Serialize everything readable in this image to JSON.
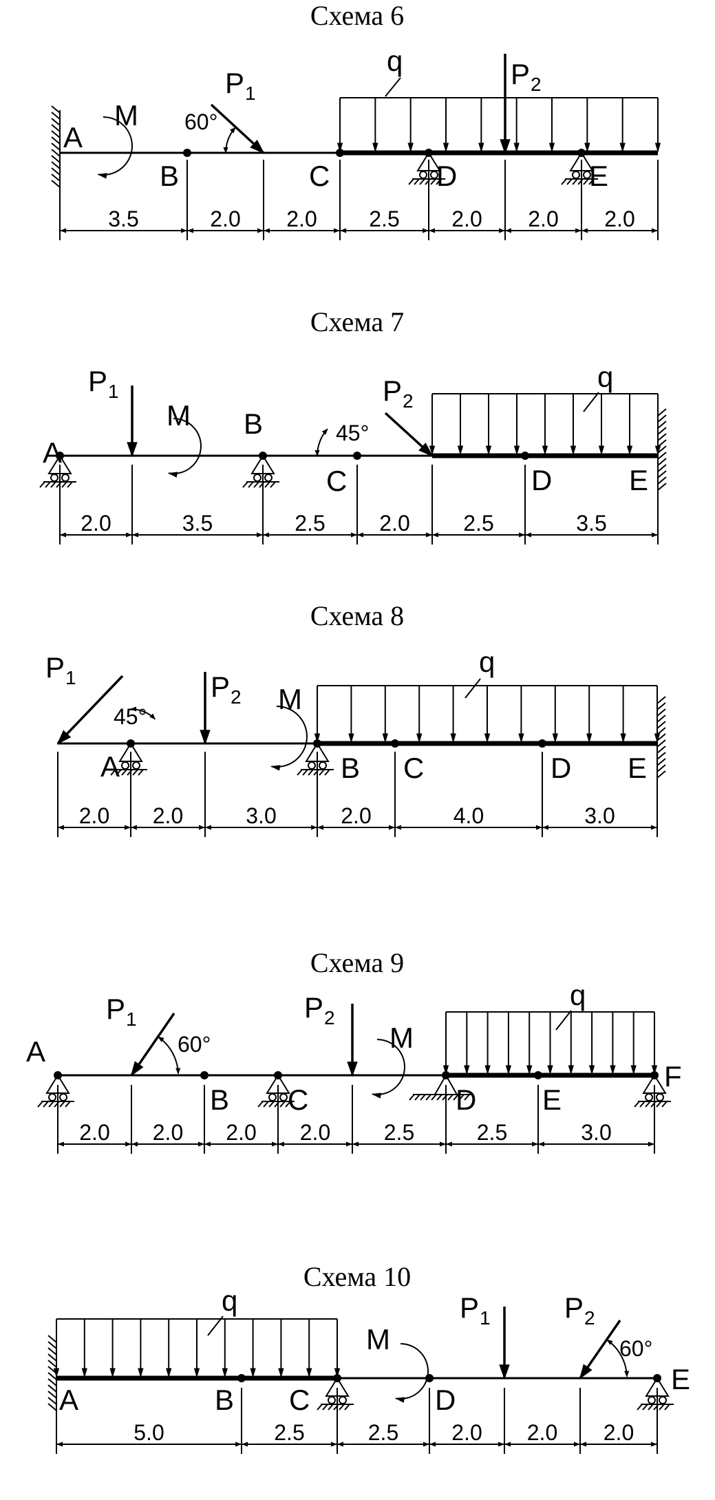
{
  "schemes": [
    {
      "title": "Схема 6",
      "labels": {
        "A": "A",
        "B": "B",
        "C": "C",
        "D": "D",
        "E": "E",
        "M": "M",
        "q": "q",
        "P1": "P",
        "P1_sub": "1",
        "P2": "P",
        "P2_sub": "2",
        "angle": "60°"
      },
      "dims": [
        "3.5",
        "2.0",
        "2.0",
        "2.5",
        "2.0",
        "2.0",
        "2.0"
      ]
    },
    {
      "title": "Схема 7",
      "labels": {
        "A": "A",
        "B": "B",
        "C": "C",
        "D": "D",
        "E": "E",
        "M": "M",
        "q": "q",
        "P1": "P",
        "P1_sub": "1",
        "P2": "P",
        "P2_sub": "2",
        "angle": "45°"
      },
      "dims": [
        "2.0",
        "3.5",
        "2.5",
        "2.0",
        "2.5",
        "3.5"
      ]
    },
    {
      "title": "Схема 8",
      "labels": {
        "A": "A",
        "B": "B",
        "C": "C",
        "D": "D",
        "E": "E",
        "M": "M",
        "q": "q",
        "P1": "P",
        "P1_sub": "1",
        "P2": "P",
        "P2_sub": "2",
        "angle": "45°"
      },
      "dims": [
        "2.0",
        "2.0",
        "3.0",
        "2.0",
        "4.0",
        "3.0"
      ]
    },
    {
      "title": "Схема 9",
      "labels": {
        "A": "A",
        "B": "B",
        "C": "C",
        "D": "D",
        "E": "E",
        "F": "F",
        "M": "M",
        "q": "q",
        "P1": "P",
        "P1_sub": "1",
        "P2": "P",
        "P2_sub": "2",
        "angle": "60°"
      },
      "dims": [
        "2.0",
        "2.0",
        "2.0",
        "2.0",
        "2.5",
        "2.5",
        "3.0"
      ]
    },
    {
      "title": "Схема 10",
      "labels": {
        "A": "A",
        "B": "B",
        "C": "C",
        "D": "D",
        "E": "E",
        "M": "M",
        "q": "q",
        "P1": "P",
        "P1_sub": "1",
        "P2": "P",
        "P2_sub": "2",
        "angle": "60°"
      },
      "dims": [
        "5.0",
        "2.5",
        "2.5",
        "2.0",
        "2.0",
        "2.0"
      ]
    }
  ]
}
